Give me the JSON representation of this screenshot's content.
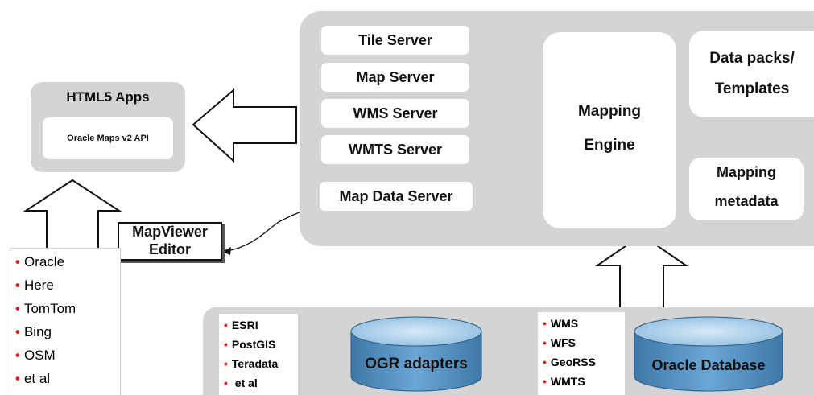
{
  "html5": {
    "title": "HTML5 Apps",
    "api_label": "Oracle Maps v2 API"
  },
  "servers": [
    "Tile Server",
    "Map Server",
    "WMS Server",
    "WMTS Server",
    "Map Data Server"
  ],
  "engine": {
    "line1": "Mapping",
    "line2": "Engine"
  },
  "datapacks": {
    "line1": "Data packs/",
    "line2": "Templates"
  },
  "metadata": {
    "line1": "Mapping",
    "line2": "metadata"
  },
  "editor": {
    "line1": "MapViewer",
    "line2": "Editor"
  },
  "providers": [
    "Oracle",
    "Here",
    "TomTom",
    "Bing",
    "OSM",
    "et al"
  ],
  "sources_left": [
    "ESRI",
    "PostGIS",
    "Teradata",
    " et al"
  ],
  "ogr_label": "OGR adapters",
  "sources_right": [
    "WMS",
    "WFS",
    "GeoRSS",
    "WMTS"
  ],
  "db_label": "Oracle Database",
  "colors": {
    "panel": "#d4d4d4",
    "bullet": "#e01b1b",
    "cylinder_top": "#a9cde8",
    "cylinder_body": "#4f8fc4"
  }
}
